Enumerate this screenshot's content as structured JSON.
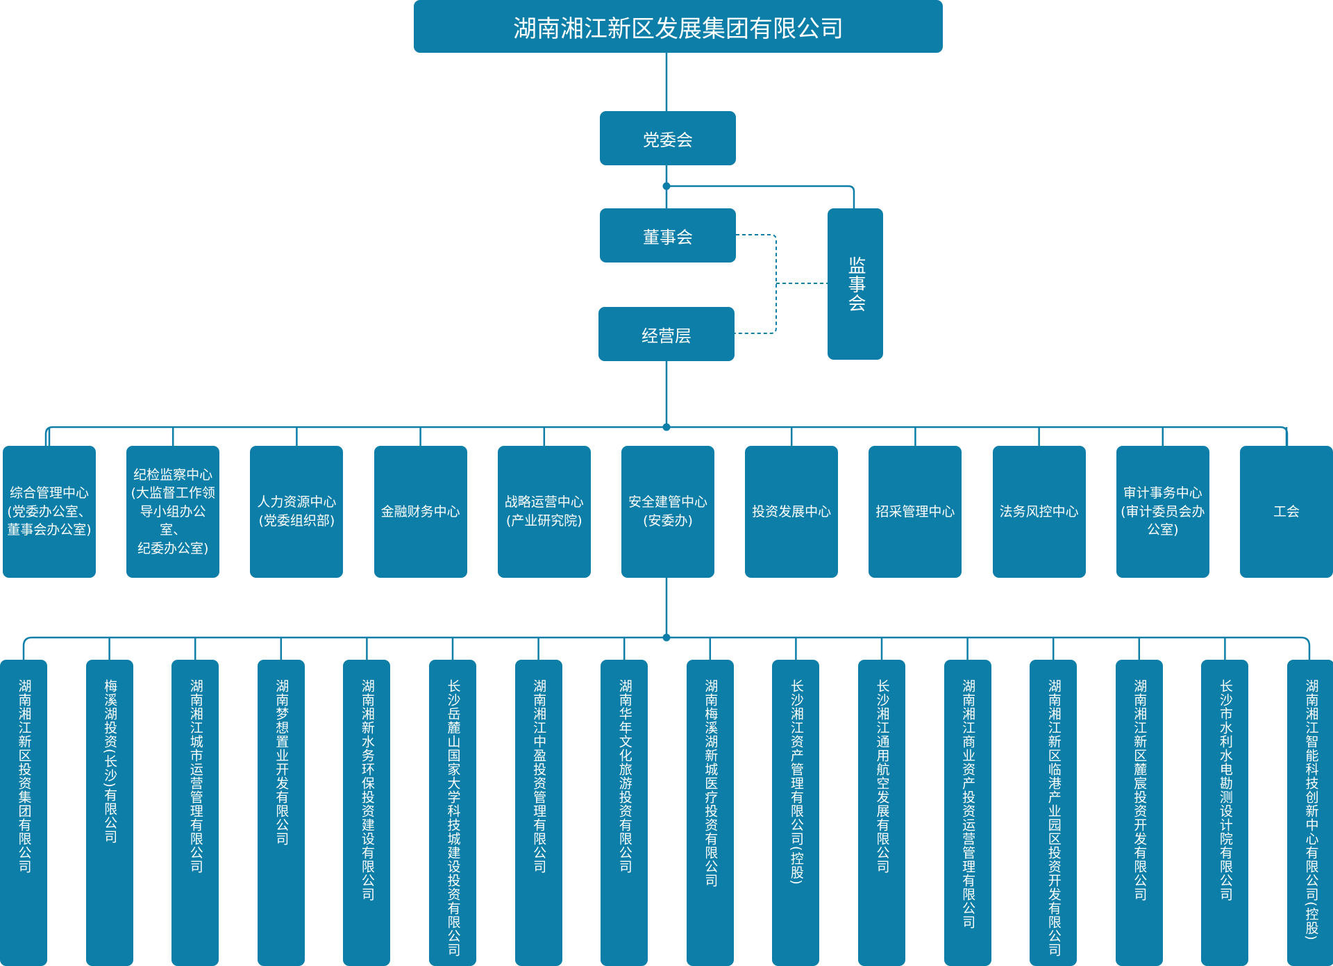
{
  "top": {
    "company": "湖南湘江新区发展集团有限公司",
    "party": "党委会",
    "board": "董事会",
    "management": "经营层",
    "supervisory": "监事会"
  },
  "departments": [
    "综合管理中心\n(党委办公室、\n董事会办公室)",
    "纪检监察中心\n(大监督工作领\n导小组办公室、\n纪委办公室)",
    "人力资源中心\n(党委组织部)",
    "金融财务中心",
    "战略运营中心\n(产业研究院)",
    "安全建管中心\n(安委办)",
    "投资发展中心",
    "招采管理中心",
    "法务风控中心",
    "审计事务中心\n(审计委员会办\n公室)",
    "工会"
  ],
  "subsidiaries": [
    "湖南湘江新区投资集团有限公司",
    "梅溪湖投资(长沙)有限公司",
    "湖南湘江城市运营管理有限公司",
    "湖南梦想置业开发有限公司",
    "湖南湘新水务环保投资建设有限公司",
    "长沙岳麓山国家大学科技城建设投资有限公司",
    "湖南湘江中盈投资管理有限公司",
    "湖南华年文化旅游投资有限公司",
    "湖南梅溪湖新城医疗投资有限公司",
    "长沙湘江资产管理有限公司(控股)",
    "长沙湘江通用航空发展有限公司",
    "湖南湘江商业资产投资运营管理有限公司",
    "湖南湘江新区临港产业园区投资开发有限公司",
    "湖南湘江新区麓宸投资开发有限公司",
    "长沙市水利水电勘测设计院有限公司",
    "湖南湘江智能科技创新中心有限公司(控股)"
  ],
  "colors": {
    "box": "#0c7ea7",
    "line": "#0c7ea7",
    "text": "#ffffff"
  }
}
